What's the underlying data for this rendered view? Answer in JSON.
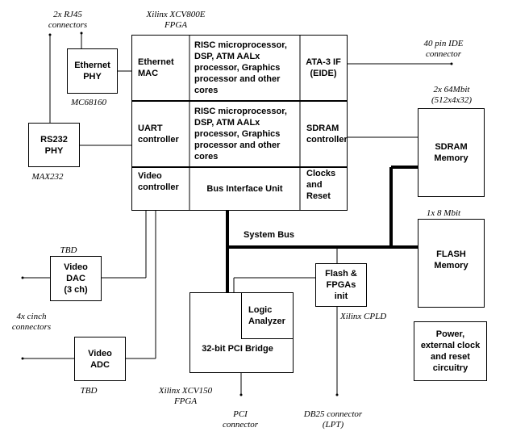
{
  "diagram": {
    "fpga": {
      "caption": "Xilinx XCV800E\nFPGA",
      "cells": {
        "ethernet_mac": "Ethernet\nMAC",
        "risc_top": "RISC microprocessor,\nDSP, ATM AALx\nprocessor, Graphics\nprocessor and other\ncores",
        "ata": "ATA-3 IF\n(EIDE)",
        "uart": "UART\ncontroller",
        "risc_mid": "RISC microprocessor,\nDSP, ATM AALx\nprocessor, Graphics\nprocessor and other\ncores",
        "sdram_ctrl": "SDRAM\ncontroller",
        "video_ctrl": "Video\ncontroller",
        "biu": "Bus Interface Unit",
        "clocks": "Clocks\nand Reset"
      }
    },
    "blocks": {
      "ethernet_phy": "Ethernet\nPHY",
      "rs232_phy": "RS232\nPHY",
      "video_dac": "Video\nDAC\n(3 ch)",
      "video_adc": "Video\nADC",
      "sdram_mem": "SDRAM\nMemory",
      "flash_mem": "FLASH\nMemory",
      "flash_init": "Flash &\nFPGAs\ninit",
      "logic_analyzer": "Logic\nAnalyzer",
      "pci_bridge": "32-bit PCI Bridge",
      "power": "Power,\nexternal clock\nand reset\ncircuitry"
    },
    "notes": {
      "rj45": "2x RJ45\nconnectors",
      "mc68160": "MC68160",
      "max232": "MAX232",
      "ide": "40 pin IDE\nconnector",
      "sdram_size": "2x 64Mbit\n(512x4x32)",
      "flash_size": "1x 8 Mbit",
      "tbd_dac": "TBD",
      "cinch": "4x cinch\nconnectors",
      "tbd_adc": "TBD",
      "xcv150": "Xilinx XCV150\nFPGA",
      "pci_conn": "PCI\nconnector",
      "cpld": "Xilinx CPLD",
      "db25": "DB25 connector\n(LPT)"
    },
    "system_bus_label": "System Bus"
  }
}
